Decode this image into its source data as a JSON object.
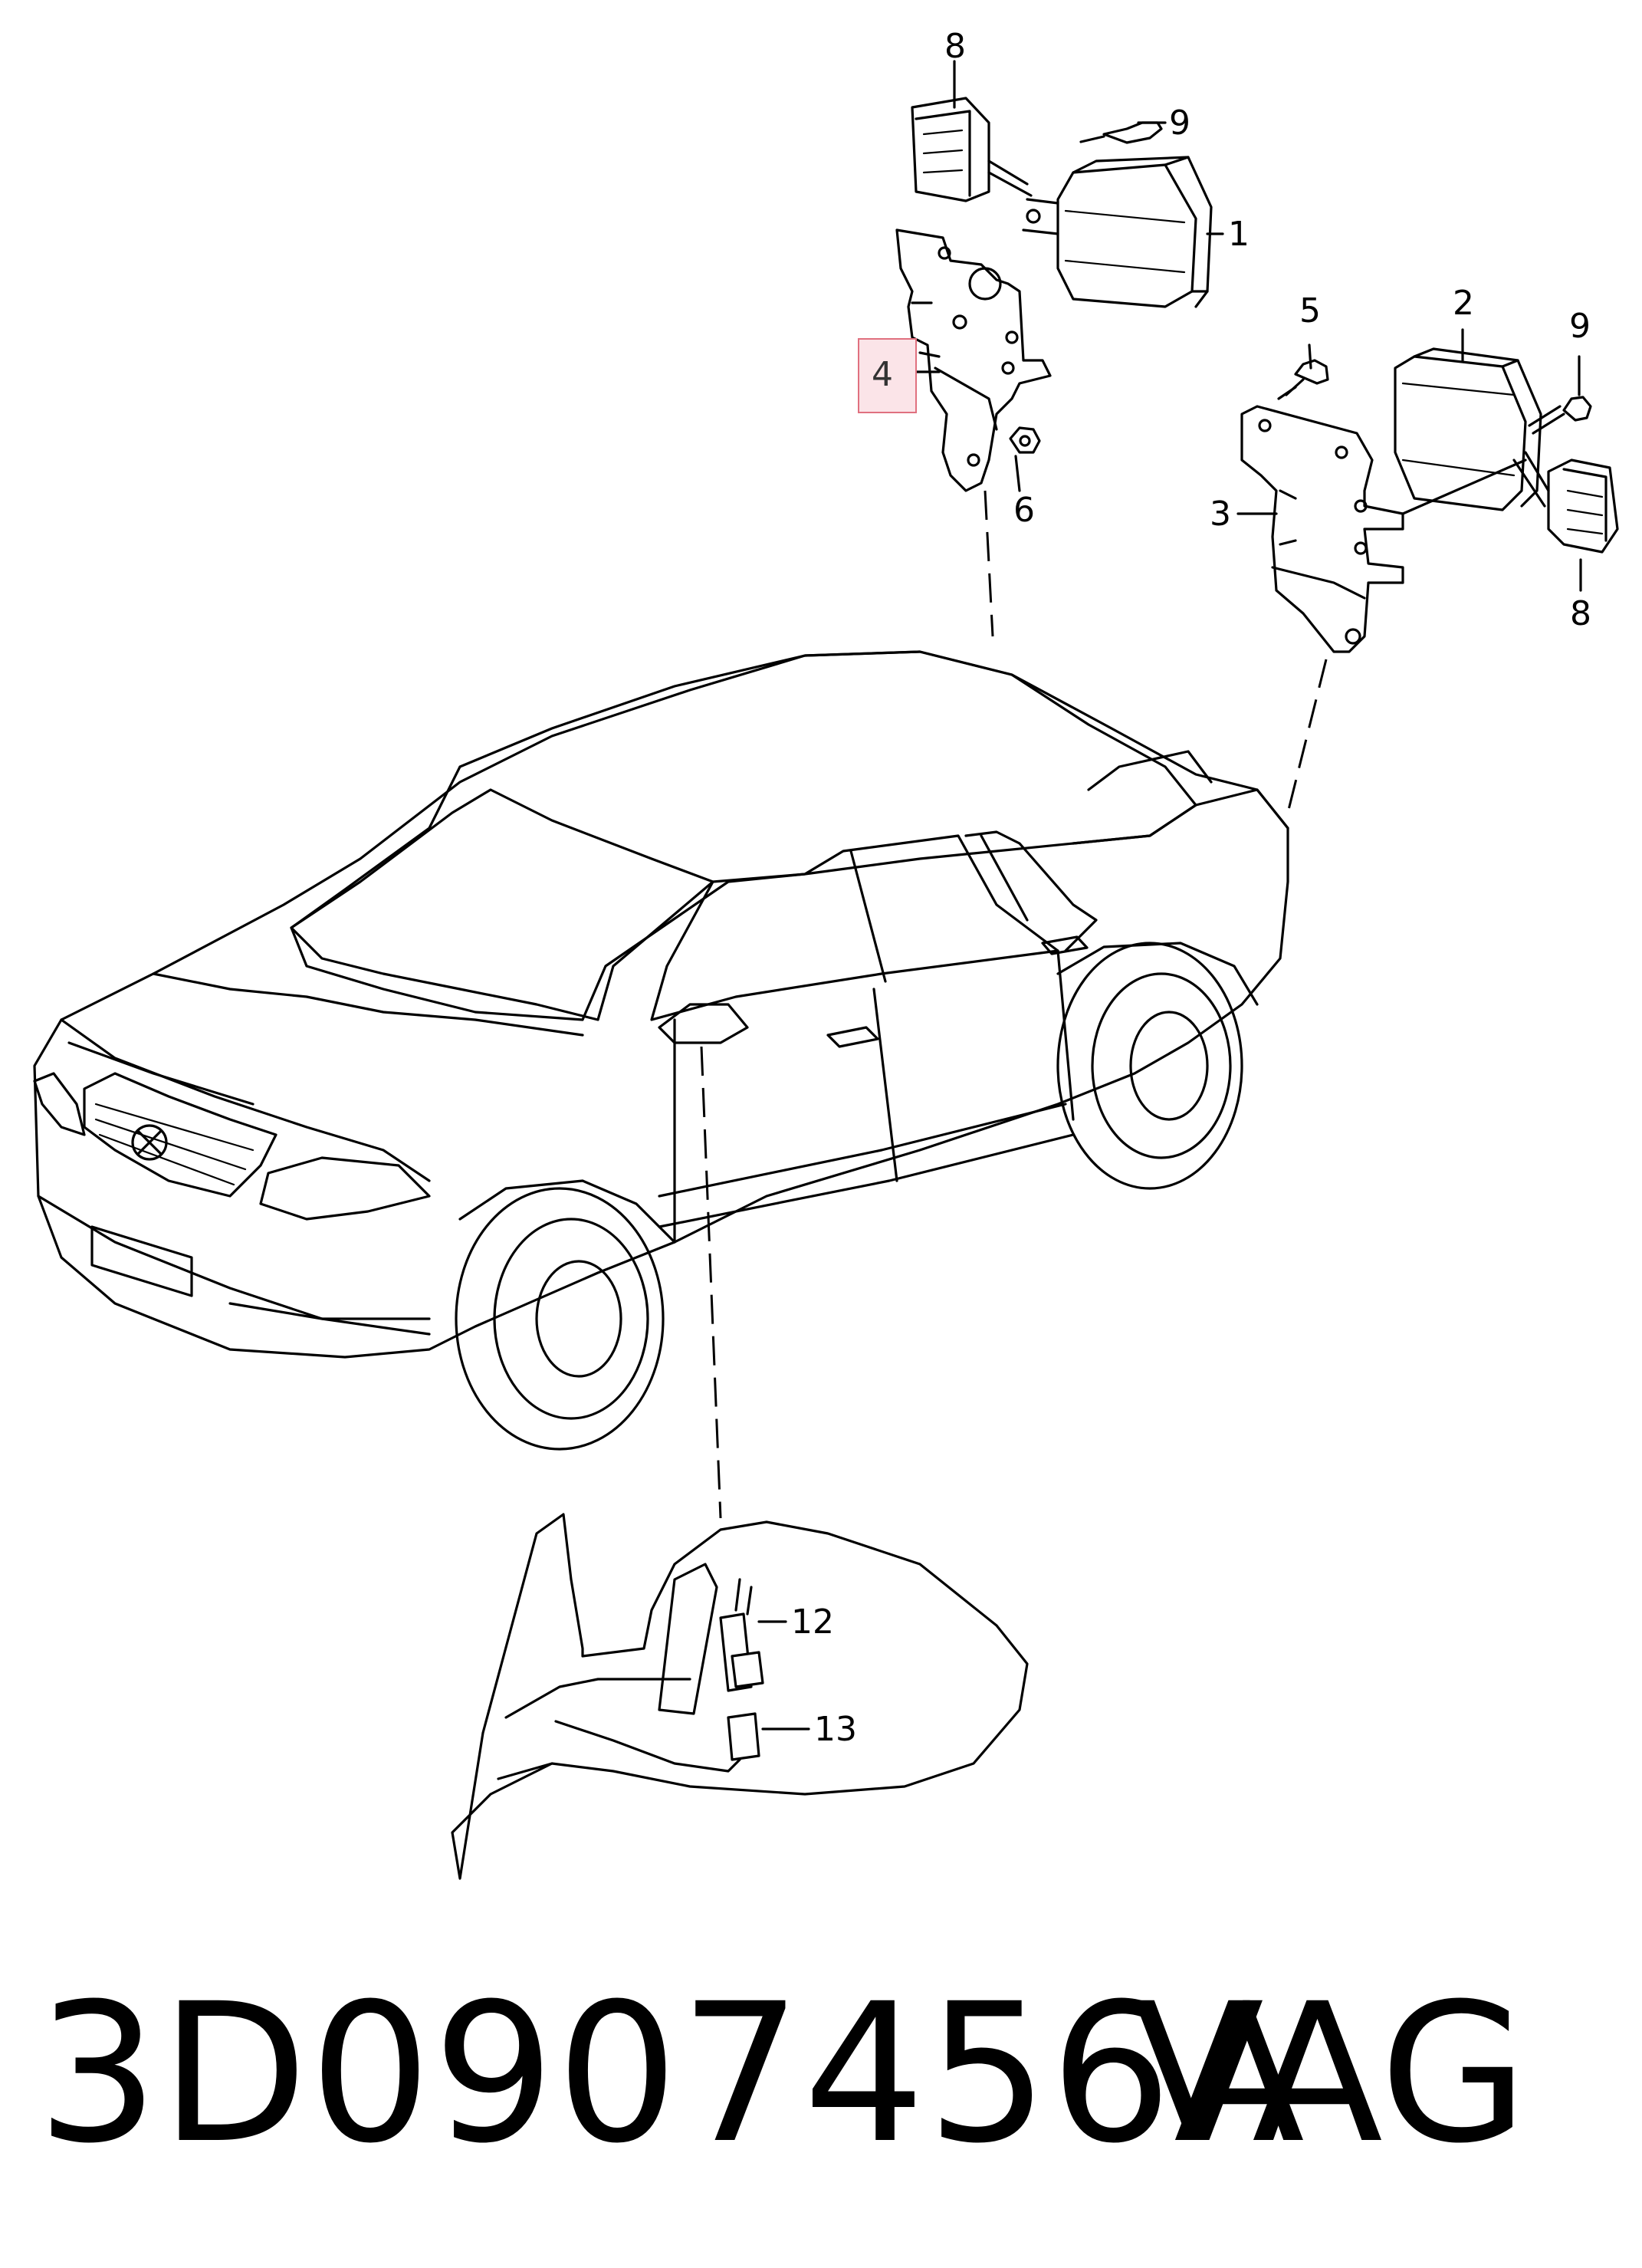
{
  "part_number": "3D0907456A",
  "brand": "VAG",
  "callouts": {
    "c1": "1",
    "c2": "2",
    "c3": "3",
    "c4": "4",
    "c5": "5",
    "c6": "6",
    "c8a": "8",
    "c8b": "8",
    "c9a": "9",
    "c9b": "9",
    "c12": "12",
    "c13": "13"
  },
  "highlighted_callout": "4",
  "colors": {
    "highlight_fill": "#fbe4e8",
    "highlight_border": "#e0707f",
    "ink": "#000000"
  }
}
